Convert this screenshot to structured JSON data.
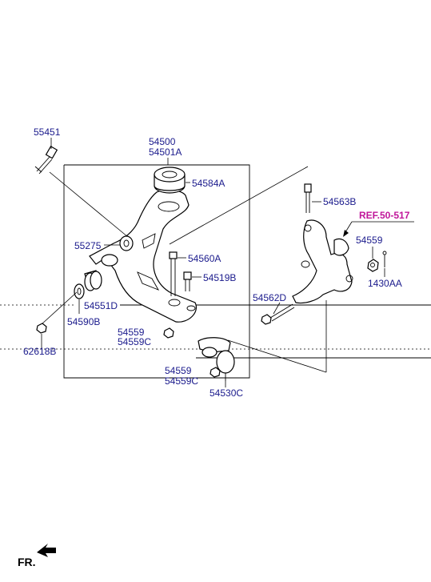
{
  "colors": {
    "label": "#1a1a8c",
    "reference": "#c0169a",
    "line": "#000000"
  },
  "labels": {
    "p55451": "55451",
    "p54500": "54500",
    "p54501a": "54501A",
    "p54584a": "54584A",
    "p54563b": "54563B",
    "ref": "REF.50-517",
    "p55275": "55275",
    "p54560a": "54560A",
    "p54559_right": "54559",
    "p54519b": "54519B",
    "p1430aa": "1430AA",
    "p54562d": "54562D",
    "p54551d": "54551D",
    "p54590b": "54590B",
    "p54559_mid": "54559",
    "p54559c_mid": "54559C",
    "p62618b": "62618B",
    "p54559_low": "54559",
    "p54559c_low": "54559C",
    "p54530c": "54530C",
    "fr": "FR."
  },
  "icons": {
    "direction_arrow": "front-direction-arrow-icon"
  }
}
